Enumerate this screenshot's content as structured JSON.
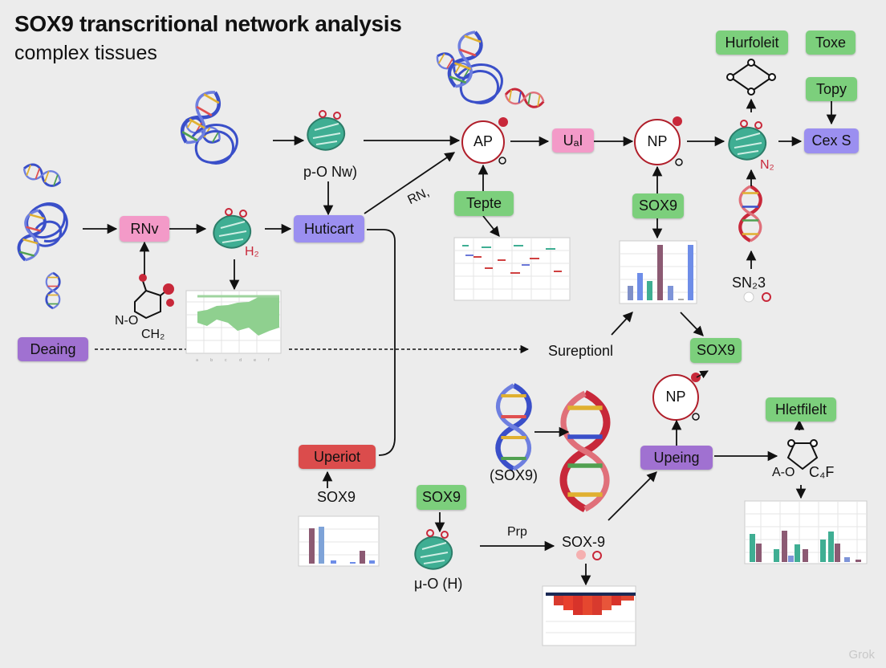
{
  "header": {
    "title": "SOX9 transcritional network analysis",
    "subtitle": "complex tissues"
  },
  "nodes": {
    "rnv": "RNv",
    "huticart": "Huticart",
    "deaing": "Deaing",
    "uperiot": "Uperiot",
    "tepte": "Tepte",
    "ap": "AP",
    "u_i": "UₐI",
    "np_top": "NP",
    "sox9_mid": "SOX9",
    "hurfoleit": "Hurfoleit",
    "toxe": "Toxe",
    "topy": "Topy",
    "cex_s": "Cex S",
    "sox9_right": "SOX9",
    "np_lower": "NP",
    "upeing": "Upeing",
    "hletfilelt": "Hletfilelt",
    "sox9_bottom": "SOX9"
  },
  "labels": {
    "p_o_nw": "p-O  Nw)",
    "h2_a": "H₂",
    "n_o": "N-O",
    "ch2": "CH₂",
    "rn": "RN,",
    "n2": "N₂",
    "sn3": "SN₂3",
    "sureptionl": "Sureptionl",
    "sox9_small": "SOX9",
    "sox9_paren": "(SOX9)",
    "prp": "Prp",
    "sox_9": "SOX-9",
    "mu_o_h": "μ-O   (H)",
    "a_o": "A-O",
    "c4f": "C₄F"
  },
  "watermark": "Grok",
  "colors": {
    "green": "#7ccf7c",
    "pink": "#f39ac8",
    "purple": "#9b8ff0",
    "violet": "#a071d1",
    "red": "#db4c4c",
    "helix_blue": "#3a4fc9",
    "helix_red": "#c8283a",
    "protein_teal": "#3fae93"
  }
}
